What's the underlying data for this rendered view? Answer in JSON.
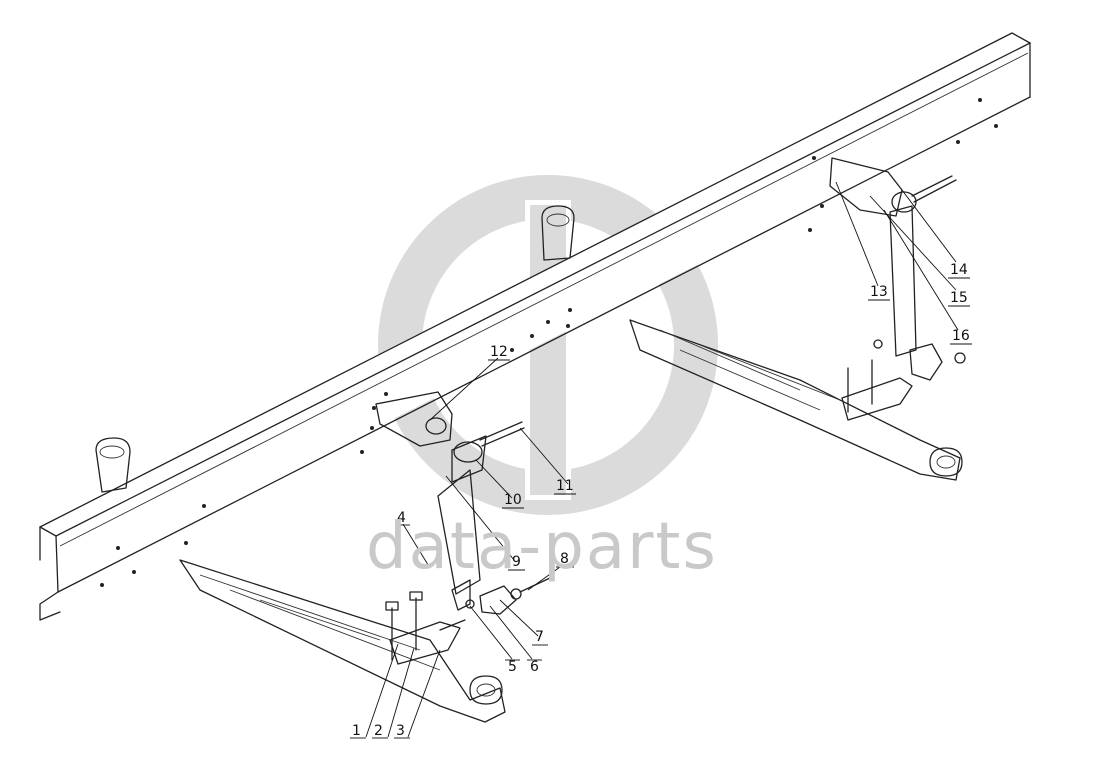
{
  "callouts": {
    "c1": "1",
    "c2": "2",
    "c3": "3",
    "c4": "4",
    "c5": "5",
    "c6": "6",
    "c7": "7",
    "c8": "8",
    "c9": "9",
    "c10": "10",
    "c11": "11",
    "c12": "12",
    "c13": "13",
    "c14": "14",
    "c15": "15",
    "c16": "16"
  },
  "watermark": {
    "text": "data-parts",
    "color": "#c9c9c9"
  }
}
